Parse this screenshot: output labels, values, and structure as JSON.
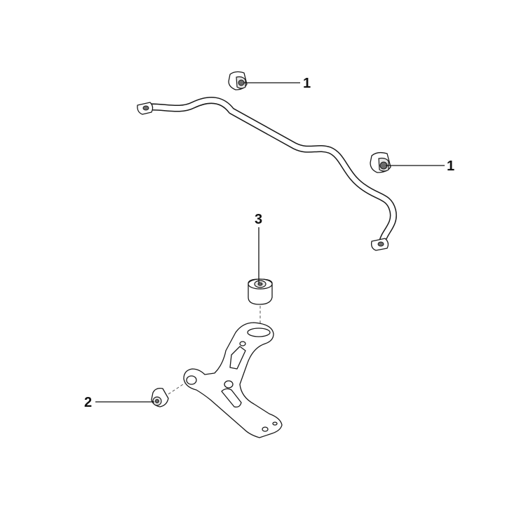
{
  "callouts": [
    {
      "number": "1",
      "part": "stabilizer-bar-bushing-upper"
    },
    {
      "number": "1",
      "part": "stabilizer-bar-bushing-lower"
    },
    {
      "number": "2",
      "part": "control-arm-front-bushing"
    },
    {
      "number": "3",
      "part": "control-arm-rear-bushing"
    }
  ]
}
